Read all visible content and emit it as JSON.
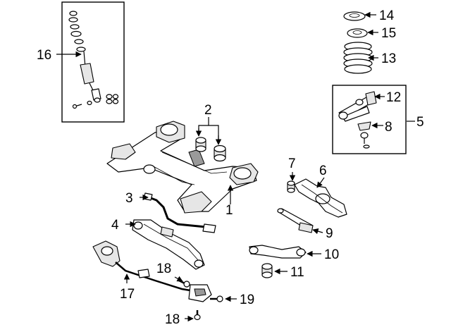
{
  "callouts": {
    "c1": "1",
    "c2": "2",
    "c3": "3",
    "c4": "4",
    "c5": "5",
    "c6": "6",
    "c7": "7",
    "c8": "8",
    "c9": "9",
    "c10": "10",
    "c11": "11",
    "c12": "12",
    "c13": "13",
    "c14": "14",
    "c15": "15",
    "c16": "16",
    "c17": "17",
    "c18a": "18",
    "c18b": "18",
    "c19": "19"
  },
  "colors": {
    "ink": "#000000",
    "paper": "#ffffff"
  }
}
